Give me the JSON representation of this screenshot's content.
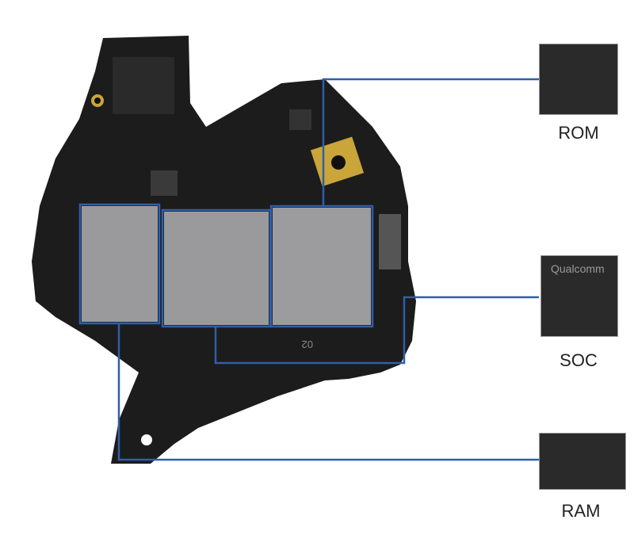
{
  "callouts": [
    {
      "id": "rom",
      "label": "ROM"
    },
    {
      "id": "soc",
      "label": "SOC",
      "chip_brand": "Qualcomm"
    },
    {
      "id": "ram",
      "label": "RAM"
    }
  ],
  "board_marking": "02",
  "colors": {
    "callout_line": "#2f5fa8",
    "board": "#1c1c1c",
    "shield": "#9a9a9c",
    "gold": "#c9a53a"
  }
}
